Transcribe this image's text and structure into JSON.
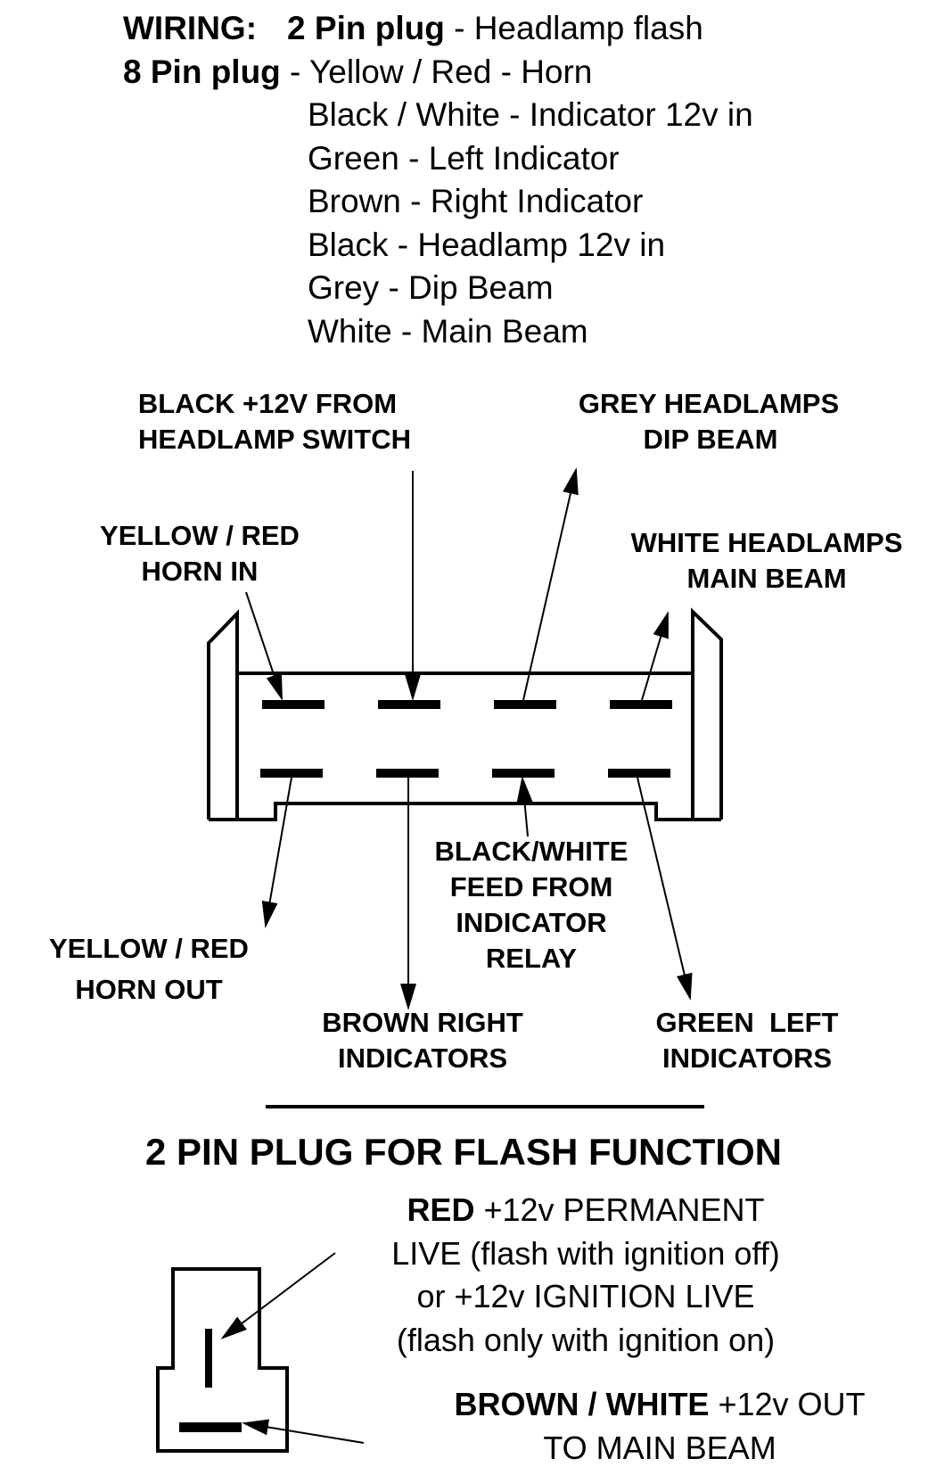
{
  "legend": {
    "prefix": "WIRING:",
    "two_pin": {
      "bold": "2 Pin plug",
      "rest": " - Headlamp flash"
    },
    "eight_pin": {
      "bold": "8 Pin plug",
      "rest": " - Yellow / Red - Horn"
    },
    "eight_pin_lines": [
      "Black / White - Indicator 12v in",
      "Green - Left Indicator",
      "Brown - Right Indicator",
      "Black - Headlamp 12v in",
      "Grey - Dip Beam",
      "White - Main Beam"
    ]
  },
  "eight_pin_diagram": {
    "labels": {
      "black_feed": [
        "BLACK +12V FROM",
        "HEADLAMP SWITCH"
      ],
      "grey_dip": [
        "GREY HEADLAMPS",
        "DIP BEAM"
      ],
      "yellow_red_in": [
        "YELLOW / RED",
        "HORN IN"
      ],
      "white_main": [
        "WHITE HEADLAMPS",
        "MAIN BEAM"
      ],
      "black_white_feed": [
        "BLACK/WHITE",
        "FEED FROM",
        "INDICATOR",
        "RELAY"
      ],
      "yellow_red_out": [
        "YELLOW / RED",
        "HORN OUT"
      ],
      "brown_right": [
        "BROWN RIGHT",
        "INDICATORS"
      ],
      "green_left": [
        "GREEN  LEFT",
        "INDICATORS"
      ]
    }
  },
  "two_pin_diagram": {
    "title": "2 PIN PLUG FOR FLASH FUNCTION",
    "red": {
      "bold": "RED",
      "line1_rest": " +12v PERMANENT",
      "line2": "LIVE (flash with ignition off)",
      "line3": "or +12v IGNITION LIVE",
      "line4": "(flash only with ignition on)"
    },
    "brown_white": {
      "bold": "BROWN / WHITE",
      "line1_rest": " +12v OUT",
      "line2": "TO MAIN BEAM"
    }
  }
}
